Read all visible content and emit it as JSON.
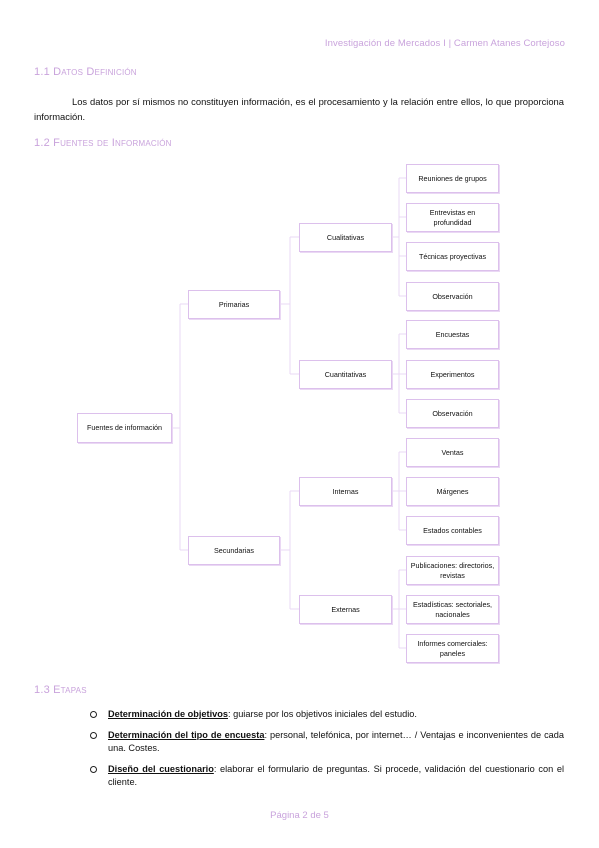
{
  "header": {
    "text": "Investigación de Mercados I | Carmen Atanes Cortejoso"
  },
  "sections": [
    {
      "title": "1.1 Datos Definición"
    },
    {
      "title": "1.2 Fuentes de Información"
    },
    {
      "title": "1.3 Etapas"
    }
  ],
  "paragraph": "Los datos por sí mismos no constituyen información, es el procesamiento y la relación entre ellos, lo que proporciona información.",
  "diagram": {
    "root": "Fuentes de información",
    "level1": [
      "Primarias",
      "Secundarias"
    ],
    "level2": [
      "Cualitativas",
      "Cuantitativas",
      "Internas",
      "Externas"
    ],
    "leaves": [
      "Reuniones de grupos",
      "Entrevistas en profundidad",
      "Técnicas proyectivas",
      "Observación",
      "Encuestas",
      "Experimentos",
      "Observación",
      "Ventas",
      "Márgenes",
      "Estados contables",
      "Publicaciones: directorios, revistas",
      "Estadísticas: sectoriales, nacionales",
      "Informes comerciales: paneles"
    ]
  },
  "steps": [
    {
      "term": "Determinación de objetivos",
      "text": ": guiarse por los objetivos iniciales del estudio."
    },
    {
      "term": "Determinación del tipo de encuesta",
      "text": ": personal, telefónica, por internet… / Ventajas e inconvenientes de cada una. Costes."
    },
    {
      "term": "Diseño del cuestionario",
      "text": ": elaborar el formulario de preguntas. Si procede, validación del cuestionario con el cliente."
    }
  ],
  "footer": {
    "text": "Página 2 de 5"
  },
  "colors": {
    "accent": "#c9a3dc",
    "box_border": "#dcc0ec"
  }
}
